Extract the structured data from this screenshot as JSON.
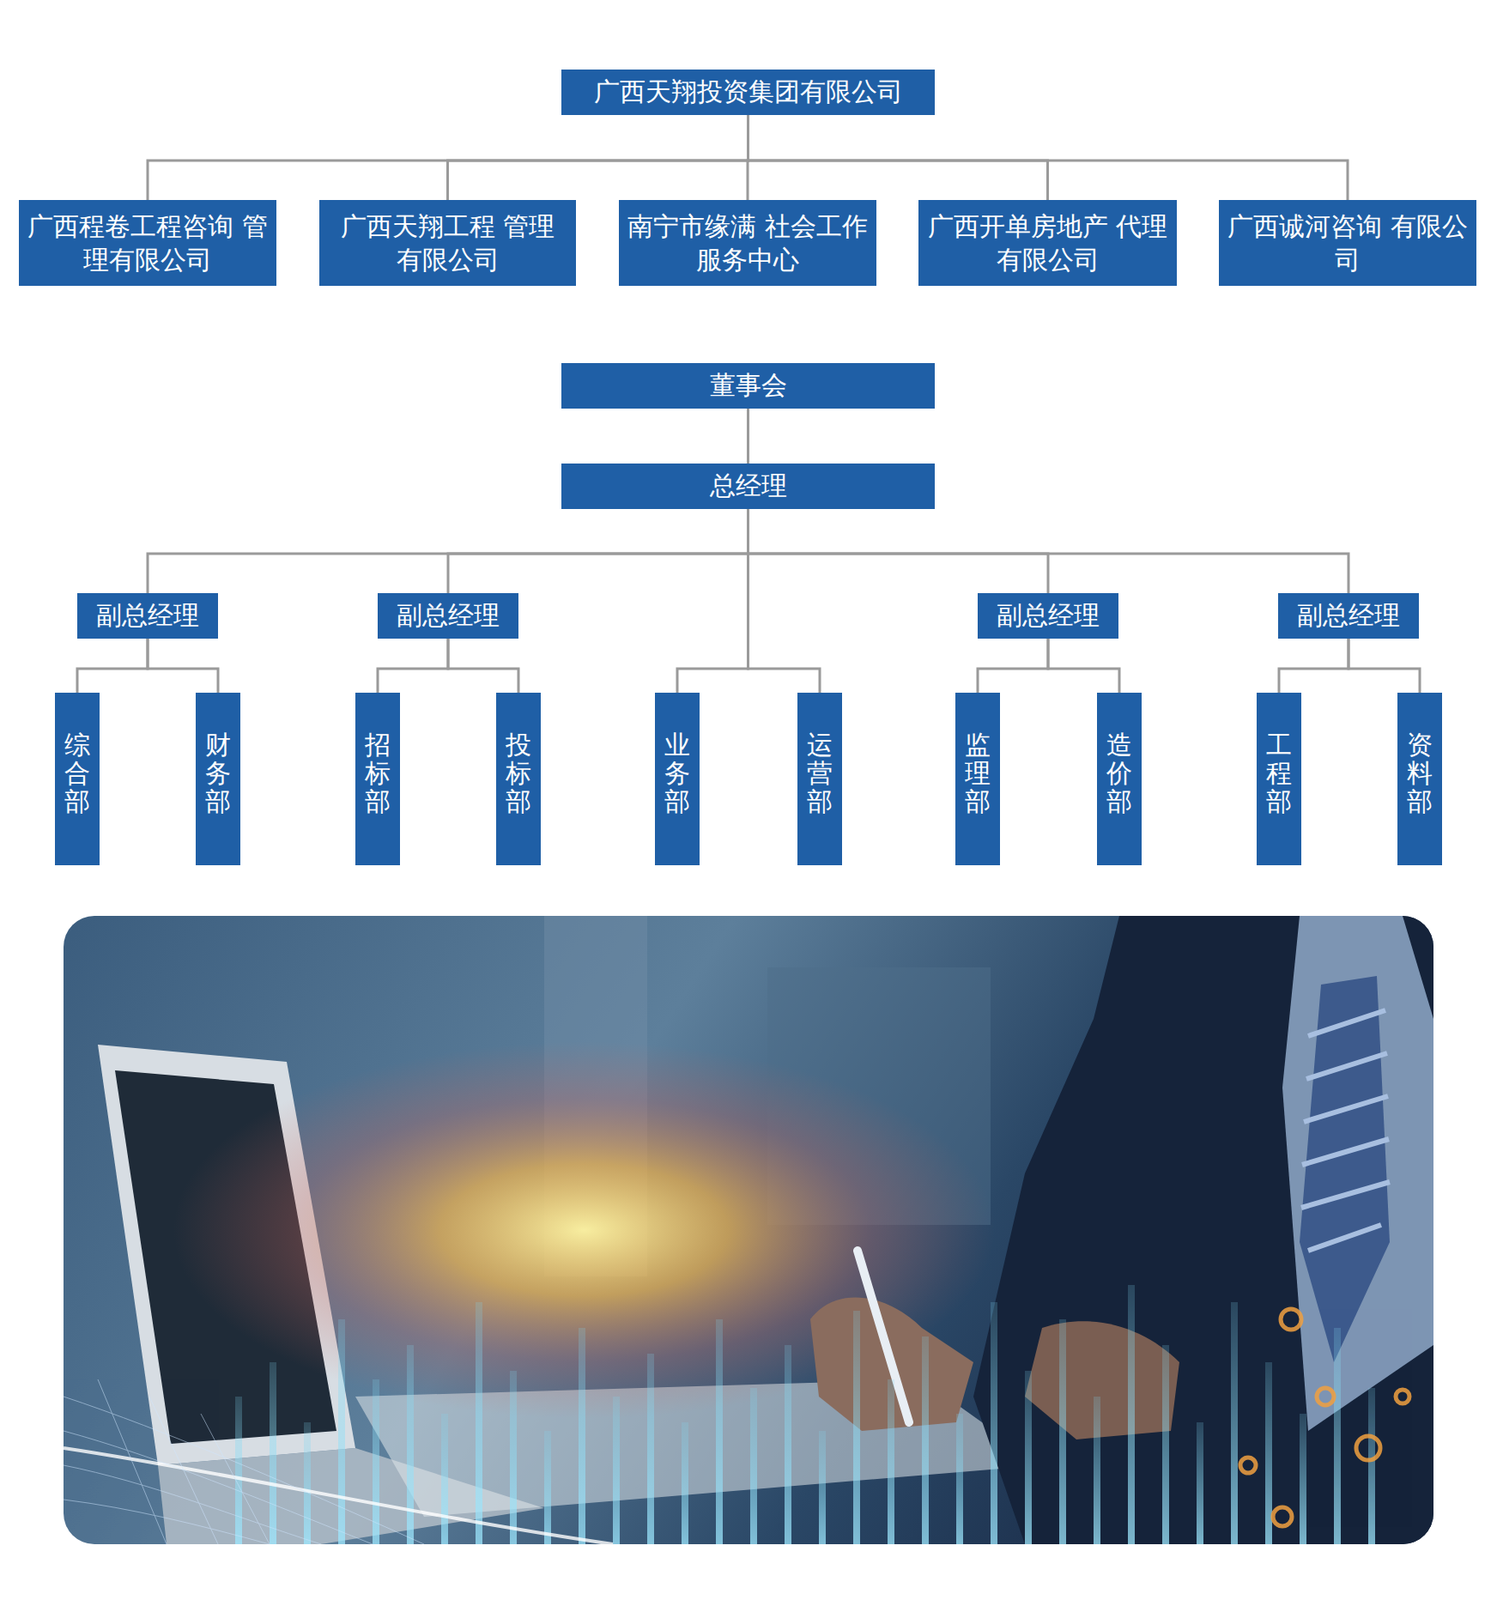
{
  "diagram": {
    "nodes": [
      {
        "text": [
          "广西天翔投资集团有限公司"
        ]
      },
      {
        "text": [
          "广西程卷工程咨询 管理有限公司"
        ]
      },
      {
        "text": [
          "广西天翔工程 管理有限公司"
        ]
      },
      {
        "text": [
          "南宁市缘满 社会工作服务中心"
        ]
      },
      {
        "text": [
          "广西开单房地产 代理有限公司"
        ]
      },
      {
        "text": [
          "广西诚河咨询 有限公司"
        ]
      },
      {
        "text": [
          "董事会"
        ]
      },
      {
        "text": [
          "总经理"
        ]
      },
      {
        "text": [
          "副总经理"
        ]
      },
      {
        "text": [
          "副总经理"
        ]
      },
      {
        "text": [
          "副总经理"
        ]
      },
      {
        "text": [
          "副总经理"
        ]
      },
      {
        "text": [
          "综合部"
        ]
      },
      {
        "text": [
          "财务部"
        ]
      },
      {
        "text": [
          "招标部"
        ]
      },
      {
        "text": [
          "投标部"
        ]
      },
      {
        "text": [
          "业务部"
        ]
      },
      {
        "text": [
          "运营部"
        ]
      },
      {
        "text": [
          "监理部"
        ]
      },
      {
        "text": [
          "造价部"
        ]
      },
      {
        "text": [
          "工程部"
        ]
      },
      {
        "text": [
          "资料部"
        ]
      }
    ],
    "edges": [
      {
        "from": 0,
        "to": 1,
        "arrow": "none"
      },
      {
        "from": 0,
        "to": 2,
        "arrow": "none"
      },
      {
        "from": 0,
        "to": 3,
        "arrow": "none"
      },
      {
        "from": 0,
        "to": 4,
        "arrow": "none"
      },
      {
        "from": 0,
        "to": 5,
        "arrow": "none"
      },
      {
        "from": 6,
        "to": 7,
        "arrow": "none"
      },
      {
        "from": 7,
        "to": 8,
        "arrow": "none"
      },
      {
        "from": 7,
        "to": 9,
        "arrow": "none"
      },
      {
        "from": 7,
        "to": 16,
        "arrow": "none"
      },
      {
        "from": 7,
        "to": 17,
        "arrow": "none"
      },
      {
        "from": 7,
        "to": 10,
        "arrow": "none"
      },
      {
        "from": 7,
        "to": 11,
        "arrow": "none"
      },
      {
        "from": 8,
        "to": 12,
        "arrow": "none"
      },
      {
        "from": 8,
        "to": 13,
        "arrow": "none"
      },
      {
        "from": 9,
        "to": 14,
        "arrow": "none"
      },
      {
        "from": 9,
        "to": 15,
        "arrow": "none"
      },
      {
        "from": 10,
        "to": 18,
        "arrow": "none"
      },
      {
        "from": 10,
        "to": 19,
        "arrow": "none"
      },
      {
        "from": 11,
        "to": 20,
        "arrow": "none"
      },
      {
        "from": 11,
        "to": 21,
        "arrow": "none"
      }
    ]
  }
}
